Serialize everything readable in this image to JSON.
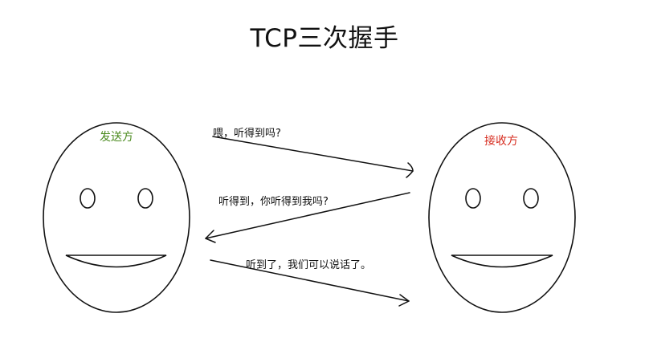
{
  "title": "TCP三次握手",
  "sender": {
    "name": "发送方",
    "name_color": "#4a8a1e"
  },
  "receiver": {
    "name": "接收方",
    "name_color": "#d62b1e"
  },
  "messages": [
    {
      "text": "喂，听得到吗?",
      "direction": "sender-to-receiver"
    },
    {
      "text": "听得到，你听得到我吗?",
      "direction": "receiver-to-sender"
    },
    {
      "text": "听到了，我们可以说话了。",
      "direction": "sender-to-receiver"
    }
  ],
  "colors": {
    "stroke": "#111111",
    "background": "#ffffff"
  }
}
